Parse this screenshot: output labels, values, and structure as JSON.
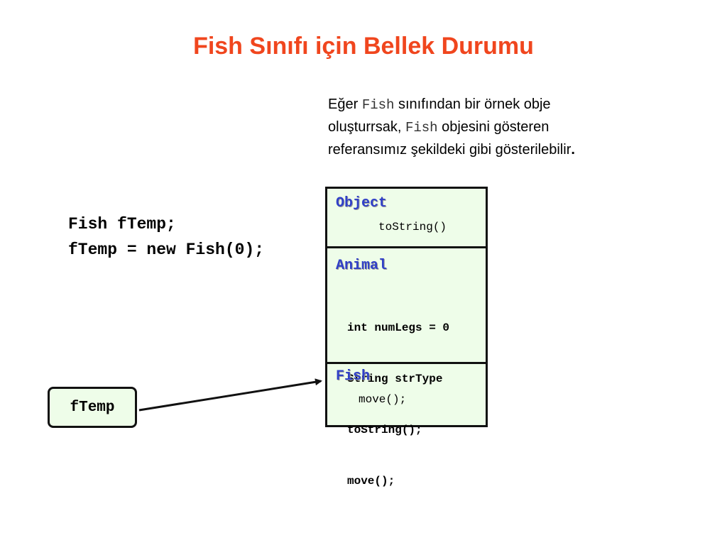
{
  "title": "Fish Sınıfı için Bellek Durumu",
  "description": {
    "line1_pre": "Eğer ",
    "line1_code": "Fish",
    "line1_post": " sınıfından bir örnek obje",
    "line2_pre": "oluşturrsak, ",
    "line2_code": "Fish",
    "line2_post": " objesini gösteren",
    "line3_pre": "referansımız şekildeki gibi gösterilebilir",
    "line3_end": "."
  },
  "code": {
    "line1": "Fish fTemp;",
    "line2": "fTemp = new Fish(0);"
  },
  "memory": {
    "object": {
      "header": "Object",
      "members": [
        "toString()"
      ]
    },
    "animal": {
      "header": "Animal",
      "members": [
        "int numLegs = 0",
        "String strType",
        "toString();",
        "move();"
      ]
    },
    "fish": {
      "header": "Fish",
      "members": [
        "move();"
      ]
    }
  },
  "reference": {
    "label": "fTemp"
  },
  "colors": {
    "title": "#f0461e",
    "section_header": "#3040c8",
    "box_fill": "#eefde9",
    "border": "#111111"
  }
}
